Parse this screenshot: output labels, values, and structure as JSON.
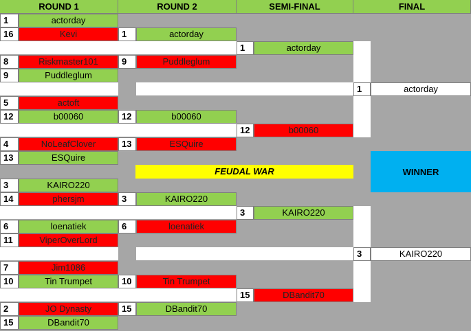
{
  "headers": {
    "round1": "ROUND 1",
    "round2": "ROUND 2",
    "semi": "SEMI-FINAL",
    "final": "FINAL"
  },
  "round1": [
    {
      "seed": "1",
      "name": "actorday",
      "result": "win"
    },
    {
      "seed": "16",
      "name": "Kevi",
      "result": "lose"
    },
    {
      "seed": "8",
      "name": "Riskmaster101",
      "result": "lose"
    },
    {
      "seed": "9",
      "name": "Puddleglum",
      "result": "win"
    },
    {
      "seed": "5",
      "name": "actoft",
      "result": "lose"
    },
    {
      "seed": "12",
      "name": "b00060",
      "result": "win"
    },
    {
      "seed": "4",
      "name": "NoLeafClover",
      "result": "lose"
    },
    {
      "seed": "13",
      "name": "ESQuire",
      "result": "win"
    },
    {
      "seed": "3",
      "name": "KAIRO220",
      "result": "win"
    },
    {
      "seed": "14",
      "name": "phersjm",
      "result": "lose"
    },
    {
      "seed": "6",
      "name": "loenatiek",
      "result": "win"
    },
    {
      "seed": "11",
      "name": "ViperOverLord",
      "result": "lose"
    },
    {
      "seed": "7",
      "name": "Jim1086",
      "result": "lose"
    },
    {
      "seed": "10",
      "name": "Tin Trumpet",
      "result": "win"
    },
    {
      "seed": "2",
      "name": "JO Dynasty",
      "result": "lose"
    },
    {
      "seed": "15",
      "name": "DBandit70",
      "result": "win"
    }
  ],
  "round2": [
    {
      "seed": "1",
      "name": "actorday",
      "result": "win"
    },
    {
      "seed": "9",
      "name": "Puddleglum",
      "result": "lose"
    },
    {
      "seed": "12",
      "name": "b00060",
      "result": "win"
    },
    {
      "seed": "13",
      "name": "ESQuire",
      "result": "lose"
    },
    {
      "seed": "3",
      "name": "KAIRO220",
      "result": "win"
    },
    {
      "seed": "6",
      "name": "loenatiek",
      "result": "lose"
    },
    {
      "seed": "10",
      "name": "Tin Trumpet",
      "result": "lose"
    },
    {
      "seed": "15",
      "name": "DBandit70",
      "result": "win"
    }
  ],
  "semi": [
    {
      "seed": "1",
      "name": "actorday",
      "result": "win"
    },
    {
      "seed": "12",
      "name": "b00060",
      "result": "lose"
    },
    {
      "seed": "3",
      "name": "KAIRO220",
      "result": "win"
    },
    {
      "seed": "15",
      "name": "DBandit70",
      "result": "lose"
    }
  ],
  "final": [
    {
      "seed": "1",
      "name": "actorday"
    },
    {
      "seed": "3",
      "name": "KAIRO220"
    }
  ],
  "banner": "FEUDAL WAR",
  "winner_label": "WINNER",
  "colors": {
    "win": "#92d050",
    "lose": "#ff0000",
    "header": "#92d050",
    "banner": "#ffff00",
    "winner_box": "#00b0f0",
    "background": "#a6a6a6"
  }
}
